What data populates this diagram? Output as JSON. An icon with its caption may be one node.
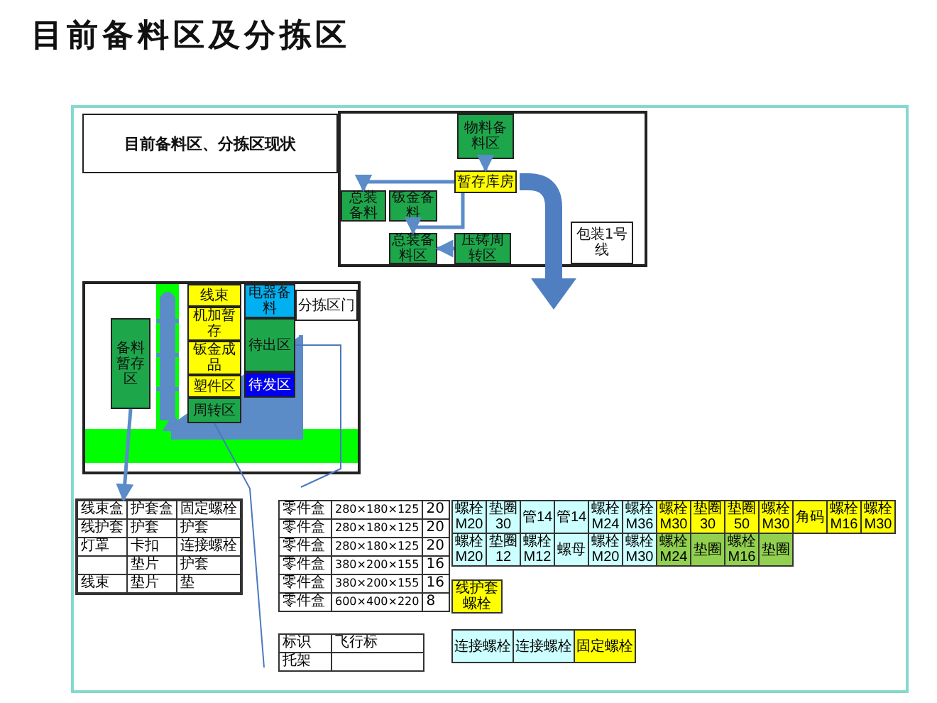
{
  "diagram": {
    "title": "目前备料区及分拣区",
    "nodes": [
      {
        "text": [
          "目前备料区、分拣区现状"
        ]
      },
      {
        "text": [],
        "shape": "box"
      },
      {
        "text": [
          "物料备料区"
        ],
        "in": 1
      },
      {
        "text": [
          "暂存库房"
        ],
        "in": 1
      },
      {
        "text": [
          "总装备料"
        ],
        "in": 1
      },
      {
        "text": [
          "钣金备料"
        ],
        "in": 1
      },
      {
        "text": [
          "总装备料区"
        ],
        "in": 1
      },
      {
        "text": [
          "压铸周转区"
        ],
        "in": 1
      },
      {
        "text": [
          "包装1号线"
        ],
        "in": 1
      },
      {
        "text": [],
        "shape": "box"
      },
      {
        "text": [
          "分拣区门"
        ],
        "in": 9
      },
      {
        "text": [
          "备料暂存区"
        ],
        "in": 9
      },
      {
        "text": [
          "线束"
        ],
        "in": 9
      },
      {
        "text": [
          "机加暂存"
        ],
        "in": 9
      },
      {
        "text": [
          "钣金成品"
        ],
        "in": 9
      },
      {
        "text": [
          "塑件区"
        ],
        "in": 9
      },
      {
        "text": [
          "周转区"
        ],
        "in": 9
      },
      {
        "text": [
          "电器备料"
        ],
        "in": 9
      },
      {
        "text": [
          "待出区"
        ],
        "in": 9
      },
      {
        "text": [
          "待发区"
        ],
        "in": 9
      },
      {
        "text": [],
        "shape": "box"
      }
    ],
    "edges": [
      {
        "from": 2,
        "to": 3,
        "arrow": "to"
      },
      {
        "from": 3,
        "to": 4,
        "arrow": "to"
      },
      {
        "from": 3,
        "to": 6,
        "arrow": "to"
      },
      {
        "from": 7,
        "to": 6,
        "arrow": "to"
      },
      {
        "from": 11,
        "to": 20,
        "arrow": "to"
      },
      {
        "from": 16,
        "to": null,
        "arrow": "none"
      },
      {
        "from": 18,
        "to": null,
        "arrow": "none"
      }
    ],
    "labels": [
      "线束盒",
      "护套盒",
      "固定螺栓",
      "线护套",
      "护套",
      "护套",
      "灯罩",
      "卡扣",
      "连接螺栓",
      "垫片",
      "护套",
      "线束",
      "垫片",
      "垫",
      "零件盒",
      "280×180×125",
      "20",
      "零件盒",
      "280×180×125",
      "20",
      "零件盒",
      "280×180×125",
      "20",
      "零件盒",
      "380×200×155",
      "16",
      "零件盒",
      "380×200×155",
      "16",
      "零件盒",
      "600×400×220",
      "8",
      "标识",
      "飞行标",
      "托架",
      "螺栓M20",
      "垫圈30",
      "管14",
      "管14",
      "螺栓M24",
      "螺栓M36",
      "螺栓M30",
      "垫圈30",
      "垫圈50",
      "螺栓M30",
      "角码",
      "螺栓M16",
      "螺栓M30",
      "螺栓M20",
      "垫圈12",
      "螺栓M12",
      "螺母",
      "螺栓M20",
      "螺栓M30",
      "螺栓M24",
      "垫圈",
      "螺栓M16",
      "垫圈",
      "线护套螺栓",
      "连接螺栓",
      "连接螺栓",
      "固定螺栓"
    ]
  }
}
